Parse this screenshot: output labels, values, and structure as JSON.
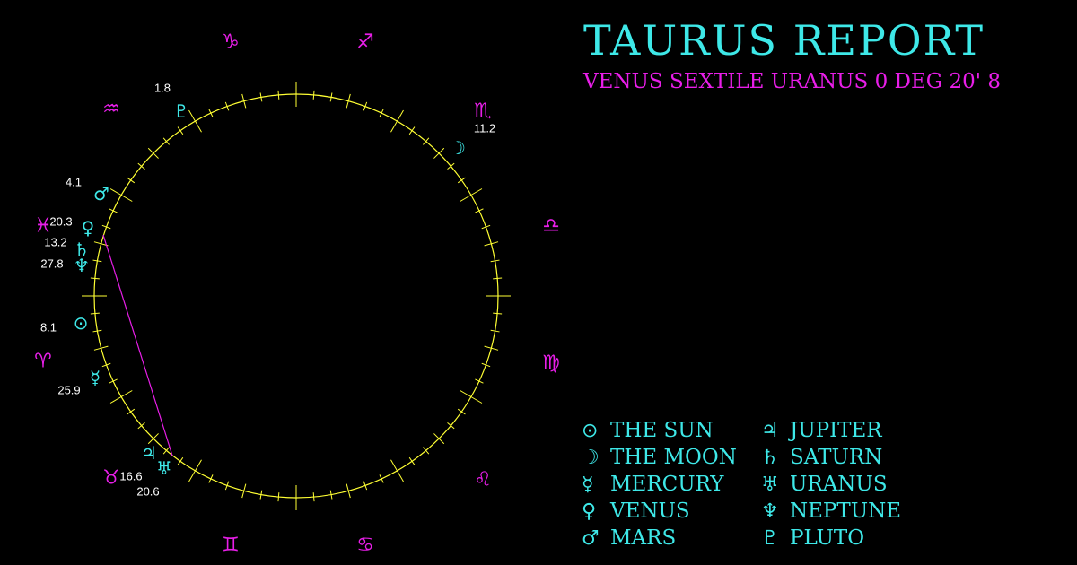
{
  "report": {
    "title": "TAURUS REPORT",
    "subtitle": "VENUS SEXTILE URANUS 0 DEG 20' 8"
  },
  "colors": {
    "background": "#000000",
    "wheel": "#ffff33",
    "zodiac": "#e81ee8",
    "planet": "#3ee8e8",
    "aspect_line": "#e81ee8",
    "degree_label": "#ffffff"
  },
  "zodiac": [
    {
      "name": "capricorn",
      "glyph": "♑"
    },
    {
      "name": "sagittarius",
      "glyph": "♐"
    },
    {
      "name": "scorpio",
      "glyph": "♏"
    },
    {
      "name": "libra",
      "glyph": "♎"
    },
    {
      "name": "virgo",
      "glyph": "♍"
    },
    {
      "name": "leo",
      "glyph": "♌"
    },
    {
      "name": "cancer",
      "glyph": "♋"
    },
    {
      "name": "gemini",
      "glyph": "♊"
    },
    {
      "name": "taurus",
      "glyph": "♉"
    },
    {
      "name": "aries",
      "glyph": "♈"
    },
    {
      "name": "pisces",
      "glyph": "♓"
    },
    {
      "name": "aquarius",
      "glyph": "♒"
    }
  ],
  "planets": [
    {
      "name": "pluto",
      "glyph": "♇",
      "degree": "1.8"
    },
    {
      "name": "moon",
      "glyph": "☽",
      "degree": "11.2"
    },
    {
      "name": "mars",
      "glyph": "♂",
      "degree": "4.1"
    },
    {
      "name": "venus",
      "glyph": "♀",
      "degree": "20.3"
    },
    {
      "name": "saturn",
      "glyph": "♄",
      "degree": "13.2"
    },
    {
      "name": "neptune",
      "glyph": "♆",
      "degree": "27.8"
    },
    {
      "name": "sun",
      "glyph": "⊙",
      "degree": "8.1"
    },
    {
      "name": "mercury",
      "glyph": "☿",
      "degree": "25.9"
    },
    {
      "name": "jupiter",
      "glyph": "♃",
      "degree": "16.6"
    },
    {
      "name": "uranus",
      "glyph": "♅",
      "degree": "20.6"
    }
  ],
  "aspect": {
    "from": "venus",
    "to": "uranus"
  },
  "legend": [
    {
      "glyph": "⊙",
      "label": "THE SUN"
    },
    {
      "glyph": "♃",
      "label": "JUPITER"
    },
    {
      "glyph": "☽",
      "label": "THE MOON"
    },
    {
      "glyph": "♄",
      "label": "SATURN"
    },
    {
      "glyph": "☿",
      "label": "MERCURY"
    },
    {
      "glyph": "♅",
      "label": "URANUS"
    },
    {
      "glyph": "♀",
      "label": "VENUS"
    },
    {
      "glyph": "♆",
      "label": "NEPTUNE"
    },
    {
      "glyph": "♂",
      "label": "MARS"
    },
    {
      "glyph": "♇",
      "label": "PLUTO"
    }
  ]
}
